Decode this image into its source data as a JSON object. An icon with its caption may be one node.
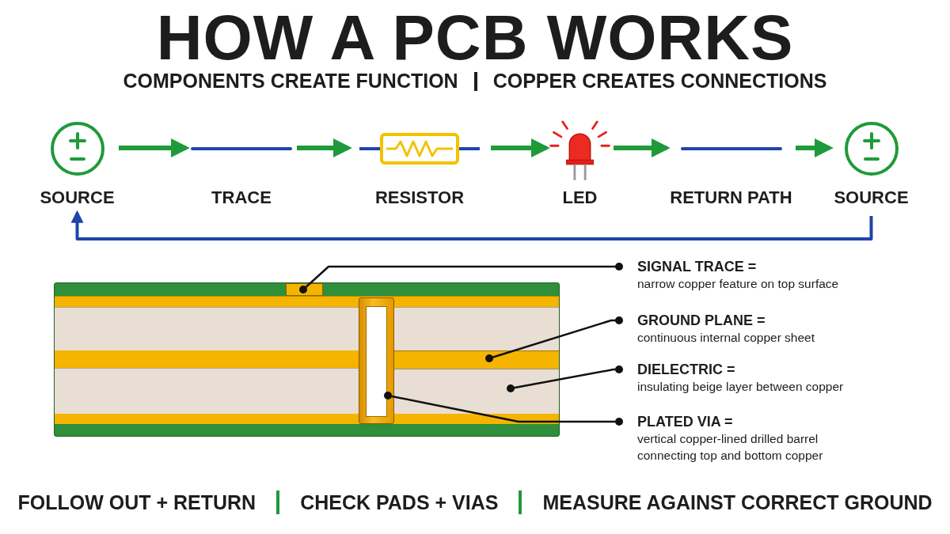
{
  "diagram": {
    "title": "HOW A PCB WORKS",
    "nodes": [
      {
        "text": [
          "SOURCE"
        ]
      },
      {
        "text": [
          "TRACE"
        ]
      },
      {
        "text": [
          "RESISTOR"
        ]
      },
      {
        "text": [
          "LED"
        ]
      },
      {
        "text": [
          "RETURN PATH"
        ]
      },
      {
        "text": [
          "SOURCE"
        ]
      },
      {
        "text": [
          "SIGNAL TRACE =",
          "narrow copper feature on top surface"
        ]
      },
      {
        "text": [
          "GROUND PLANE =",
          "continuous internal copper sheet"
        ]
      },
      {
        "text": [
          "DIELECTRIC =",
          "insulating beige layer between copper"
        ]
      },
      {
        "text": [
          "PLATED VIA =",
          "vertical copper-lined drilled barrel connecting top and bottom copper"
        ]
      },
      {
        "text": [],
        "shape": "box"
      },
      {
        "text": [],
        "shape": "bar"
      },
      {
        "text": [],
        "shape": "bar"
      },
      {
        "text": [],
        "shape": "cylinder"
      }
    ],
    "edges": [
      {
        "from": 0,
        "to": 1,
        "arrow": "to"
      },
      {
        "from": 1,
        "to": 2,
        "arrow": "to"
      },
      {
        "from": 2,
        "to": 3,
        "arrow": "to"
      },
      {
        "from": 3,
        "to": 4,
        "arrow": "to"
      },
      {
        "from": 4,
        "to": 5,
        "arrow": "to"
      },
      {
        "from": 5,
        "to": 0,
        "arrow": "to",
        "color": "#1f45a8"
      },
      {
        "from": 6,
        "to": 10,
        "arrow": "other",
        "color": "#111111"
      },
      {
        "from": 7,
        "to": 11,
        "arrow": "other",
        "color": "#111111"
      },
      {
        "from": 8,
        "to": 12,
        "arrow": "other",
        "color": "#111111"
      },
      {
        "from": 9,
        "to": 13,
        "arrow": "other",
        "color": "#111111"
      }
    ],
    "labels": [
      "COMPONENTS CREATE FUNCTION",
      "COPPER CREATES CONNECTIONS",
      "FOLLOW OUT + RETURN",
      "CHECK PADS + VIAS",
      "MEASURE AGAINST CORRECT GROUND"
    ]
  }
}
